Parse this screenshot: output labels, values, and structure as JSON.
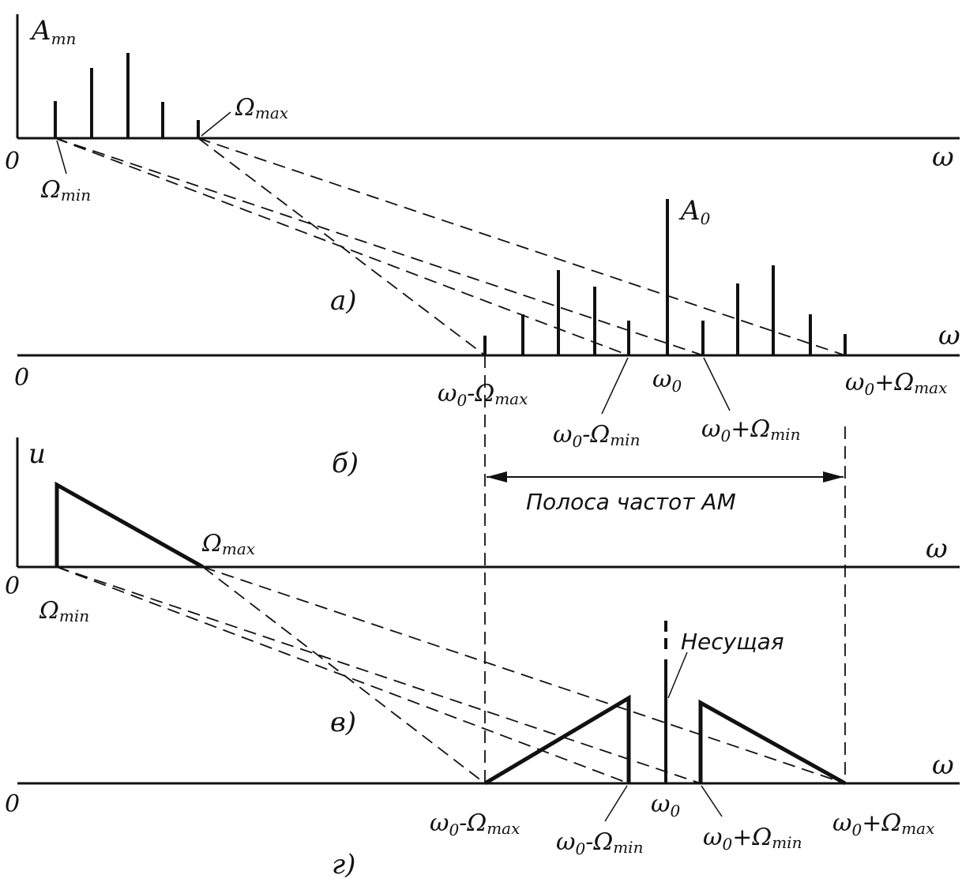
{
  "labels": {
    "A_mn": "A",
    "A_mn_sub": "mn",
    "A0": "A",
    "A0_sub": "0",
    "omega": "ω",
    "zero": "0",
    "Omega_max": "Ω",
    "max": "max",
    "Omega_min": "Ω",
    "min": "min",
    "omega0": "ω",
    "sub0": "0",
    "minus": "-",
    "plus": "+",
    "u": "u",
    "carrier": "Несущая",
    "band": "Полоса частот АМ",
    "part_a": "а)",
    "part_b": "б)",
    "part_v": "в)",
    "part_g": "г)"
  }
}
